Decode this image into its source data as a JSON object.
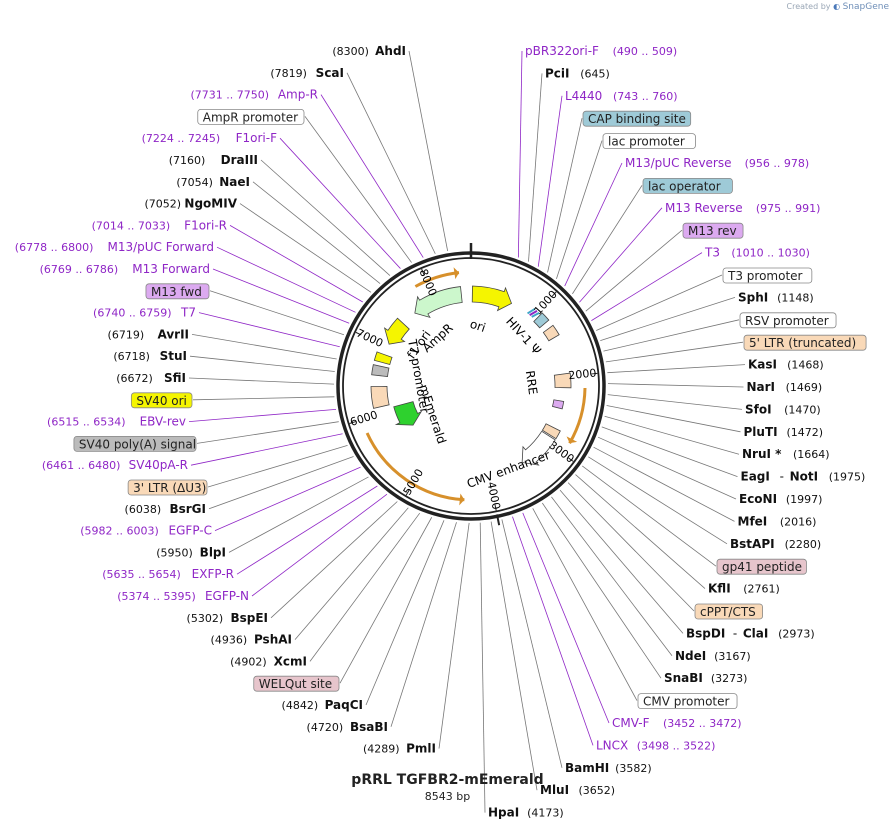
{
  "header": {
    "credit_prefix": "Created by",
    "credit_brand": "SnapGene"
  },
  "plasmid": {
    "name": "pRRL TGFBR2-mEmerald",
    "size_label": "8543 bp",
    "length": 8543
  },
  "ticks": [
    "1000",
    "2000",
    "3000",
    "4000",
    "5000",
    "6000",
    "7000",
    "8000"
  ],
  "colors": {
    "purple": "#8f26c6",
    "gray": "#777777",
    "orange": "#d7902b",
    "yellow": "#f5f500",
    "green": "#2ed12e",
    "lightgreen": "#ccf7cc",
    "peach": "#f9d9b8",
    "blue": "#9ecad7",
    "violet": "#dcaaf0",
    "svgray": "#bbbbbb",
    "rose": "#e7c5cc"
  },
  "inner_labels": [
    "ori",
    "HIV-1 Ψ",
    "RRE",
    "CMV enhancer",
    "mEmerald",
    "T7 promoter",
    "f1 ori",
    "AmpR"
  ],
  "right_labels": [
    {
      "text": "pBR322ori-F",
      "range": "(490 .. 509)",
      "kind": "primer"
    },
    {
      "text": "PciI",
      "pos": "(645)",
      "kind": "site"
    },
    {
      "text": "L4440",
      "range": "(743 .. 760)",
      "kind": "primer"
    },
    {
      "text": "CAP binding site",
      "kind": "box",
      "style": "blue"
    },
    {
      "text": "lac promoter",
      "kind": "box",
      "style": "white"
    },
    {
      "text": "M13/pUC Reverse",
      "range": "(956 .. 978)",
      "kind": "primer"
    },
    {
      "text": "lac operator",
      "kind": "box",
      "style": "blue"
    },
    {
      "text": "M13 Reverse",
      "range": "(975 .. 991)",
      "kind": "primer"
    },
    {
      "text": "M13 rev",
      "kind": "box",
      "style": "violet"
    },
    {
      "text": "T3",
      "range": "(1010 .. 1030)",
      "kind": "primer"
    },
    {
      "text": "T3 promoter",
      "kind": "box",
      "style": "white"
    },
    {
      "text": "SphI",
      "pos": "(1148)",
      "kind": "site"
    },
    {
      "text": "RSV promoter",
      "kind": "box",
      "style": "white"
    },
    {
      "text": "5' LTR (truncated)",
      "kind": "box",
      "style": "peach"
    },
    {
      "text": "KasI",
      "pos": "(1468)",
      "kind": "site"
    },
    {
      "text": "NarI",
      "pos": "(1469)",
      "kind": "site"
    },
    {
      "text": "SfoI",
      "pos": "(1470)",
      "kind": "site"
    },
    {
      "text": "PluTI",
      "pos": "(1472)",
      "kind": "site"
    },
    {
      "text": "NruI *",
      "pos": "(1664)",
      "kind": "site"
    },
    {
      "text": "EagI",
      "text2": "NotI",
      "pos": "(1975)",
      "kind": "site2"
    },
    {
      "text": "EcoNI",
      "pos": "(1997)",
      "kind": "site"
    },
    {
      "text": "MfeI",
      "pos": "(2016)",
      "kind": "site"
    },
    {
      "text": "BstAPI",
      "pos": "(2280)",
      "kind": "site"
    },
    {
      "text": "gp41 peptide",
      "kind": "box",
      "style": "rose"
    },
    {
      "text": "KflI",
      "pos": "(2761)",
      "kind": "site"
    },
    {
      "text": "cPPT/CTS",
      "kind": "box",
      "style": "peach"
    },
    {
      "text": "BspDI",
      "text2": "ClaI",
      "pos": "(2973)",
      "kind": "site2"
    },
    {
      "text": "NdeI",
      "pos": "(3167)",
      "kind": "site"
    },
    {
      "text": "SnaBI",
      "pos": "(3273)",
      "kind": "site"
    },
    {
      "text": "CMV promoter",
      "kind": "box",
      "style": "white"
    },
    {
      "text": "CMV-F",
      "range": "(3452 .. 3472)",
      "kind": "primer"
    },
    {
      "text": "LNCX",
      "range": "(3498 .. 3522)",
      "kind": "primer"
    },
    {
      "text": "BamHI",
      "pos": "(3582)",
      "kind": "site"
    },
    {
      "text": "MluI",
      "pos": "(3652)",
      "kind": "site"
    },
    {
      "text": "HpaI",
      "pos": "(4173)",
      "kind": "site"
    }
  ],
  "left_labels": [
    {
      "text": "AhdI",
      "pos": "(8300)",
      "kind": "site"
    },
    {
      "text": "ScaI",
      "pos": "(7819)",
      "kind": "site"
    },
    {
      "text": "Amp-R",
      "range": "(7731 .. 7750)",
      "kind": "primer"
    },
    {
      "text": "AmpR promoter",
      "kind": "box",
      "style": "white"
    },
    {
      "text": "F1ori-F",
      "range": "(7224 .. 7245)",
      "kind": "primer"
    },
    {
      "text": "DraIII",
      "pos": "(7160)",
      "kind": "site"
    },
    {
      "text": "NaeI",
      "pos": "(7054)",
      "kind": "site"
    },
    {
      "text": "NgoMIV",
      "pos": "(7052)",
      "kind": "site"
    },
    {
      "text": "F1ori-R",
      "range": "(7014 .. 7033)",
      "kind": "primer"
    },
    {
      "text": "M13/pUC Forward",
      "range": "(6778 .. 6800)",
      "kind": "primer"
    },
    {
      "text": "M13 Forward",
      "range": "(6769 .. 6786)",
      "kind": "primer"
    },
    {
      "text": "M13 fwd",
      "kind": "box",
      "style": "violet"
    },
    {
      "text": "T7",
      "range": "(6740 .. 6759)",
      "kind": "primer"
    },
    {
      "text": "AvrII",
      "pos": "(6719)",
      "kind": "site"
    },
    {
      "text": "StuI",
      "pos": "(6718)",
      "kind": "site"
    },
    {
      "text": "SfiI",
      "pos": "(6672)",
      "kind": "site"
    },
    {
      "text": "SV40 ori",
      "kind": "box",
      "style": "yellow"
    },
    {
      "text": "EBV-rev",
      "range": "(6515 .. 6534)",
      "kind": "primer"
    },
    {
      "text": "SV40 poly(A) signal",
      "kind": "box",
      "style": "gray"
    },
    {
      "text": "SV40pA-R",
      "range": "(6461 .. 6480)",
      "kind": "primer"
    },
    {
      "text": "3' LTR (ΔU3)",
      "kind": "box",
      "style": "peach"
    },
    {
      "text": "BsrGI",
      "pos": "(6038)",
      "kind": "site"
    },
    {
      "text": "EGFP-C",
      "range": "(5982 .. 6003)",
      "kind": "primer"
    },
    {
      "text": "BlpI",
      "pos": "(5950)",
      "kind": "site"
    },
    {
      "text": "EXFP-R",
      "range": "(5635 .. 5654)",
      "kind": "primer"
    },
    {
      "text": "EGFP-N",
      "range": "(5374 .. 5395)",
      "kind": "primer"
    },
    {
      "text": "BspEI",
      "pos": "(5302)",
      "kind": "site"
    },
    {
      "text": "PshAI",
      "pos": "(4936)",
      "kind": "site"
    },
    {
      "text": "XcmI",
      "pos": "(4902)",
      "kind": "site"
    },
    {
      "text": "WELQut site",
      "kind": "box",
      "style": "rose"
    },
    {
      "text": "PaqCI",
      "pos": "(4842)",
      "kind": "site"
    },
    {
      "text": "BsaBI",
      "pos": "(4720)",
      "kind": "site"
    },
    {
      "text": "PmlI",
      "pos": "(4289)",
      "kind": "site"
    }
  ]
}
